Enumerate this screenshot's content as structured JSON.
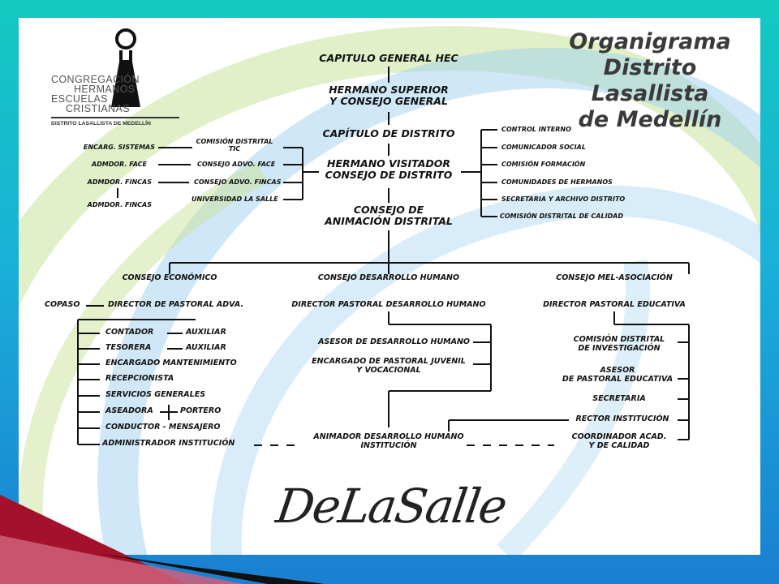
{
  "title_lines": [
    "Organigrama",
    "Distrito Lasallista",
    "de Medellín"
  ],
  "logo": {
    "lines": [
      "CONGREGACIÓN",
      "HERMANOS",
      "ESCUELAS",
      "CRISTIANAS"
    ],
    "district": "DISTRITO LASALLISTA DE MEDELLÍN"
  },
  "signature": "DeLaSalle",
  "center_column": {
    "capitulo_general": "CAPITULO GENERAL HEC",
    "hermano_superior": [
      "HERMANO SUPERIOR",
      "Y CONSEJO GENERAL"
    ],
    "capitulo_distrito": "CAPÍTULO DE DISTRITO",
    "hermano_visitador": [
      "HERMANO VISITADOR",
      "CONSEJO DE DISTRITO"
    ],
    "consejo_animacion": [
      "CONSEJO DE",
      "ANIMACIÓN DISTRITAL"
    ]
  },
  "right_branch": [
    "CONTROL INTERNO",
    "COMUNICADOR SOCIAL",
    "COMISIÓN  FORMACIÓN",
    "COMUNIDADES DE HERMANOS",
    "SECRETARIA Y ARCHIVO DISTRITO",
    "COMISIÓN DISTRITAL DE CALIDAD"
  ],
  "left_branch": {
    "comision_distrital": [
      "COMISIÓN DISTRITAL",
      "TIC"
    ],
    "consejo_face": "CONSEJO ADVO. FACE",
    "consejo_fincas": "CONSEJO ADVO. FINCAS",
    "universidad": "UNIVERSIDAD LA SALLE",
    "encarg_sistemas": "ENCARG. SISTEMAS",
    "admdor_face": "ADMDOR. FACE",
    "admdor_fincas_1": "ADMDOR. FINCAS",
    "admdor_fincas_2": "ADMDOR. FINCAS"
  },
  "columns": {
    "economico": {
      "header": "CONSEJO ECONÓMICO",
      "director": "DIRECTOR DE PASTORAL ADVA.",
      "copaso": "COPASO",
      "contador": "CONTADOR",
      "auxiliar_1": "AUXILIAR",
      "tesorera": "TESORERA",
      "auxiliar_2": "AUXILIAR",
      "items": [
        "ENCARGADO MANTENIMIENTO",
        "RECEPCIONISTA",
        "SERVICIOS GENERALES"
      ],
      "aseadora": "ASEADORA",
      "portero": "PORTERO",
      "conductor": "CONDUCTOR - MENSAJERO",
      "administrador": "ADMINISTRADOR INSTITUCIÓN"
    },
    "humano": {
      "header": "CONSEJO DESARROLLO HUMANO",
      "director": "DIRECTOR PASTORAL DESARROLLO HUMANO",
      "asesor": "ASESOR DE DESARROLLO HUMANO",
      "encargado": [
        "ENCARGADO DE PASTORAL JUVENIL",
        "Y VOCACIONAL"
      ],
      "animador": [
        "ANIMADOR DESARROLLO HUMANO",
        "INSTITUCIÓN"
      ]
    },
    "mel": {
      "header": "CONSEJO MEL-ASOCIACIÓN",
      "director": "DIRECTOR PASTORAL EDUCATIVA",
      "comision": [
        "COMISIÓN DISTRITAL",
        "DE INVESTIGACIÓN"
      ],
      "asesor": [
        "ASESOR",
        "DE PASTORAL EDUCATIVA"
      ],
      "secretaria": "SECRETARIA",
      "rector": "RECTOR INSTITUCIÓN",
      "coordinador": [
        "COORDINADOR ACAD.",
        "Y DE CALIDAD"
      ]
    }
  }
}
